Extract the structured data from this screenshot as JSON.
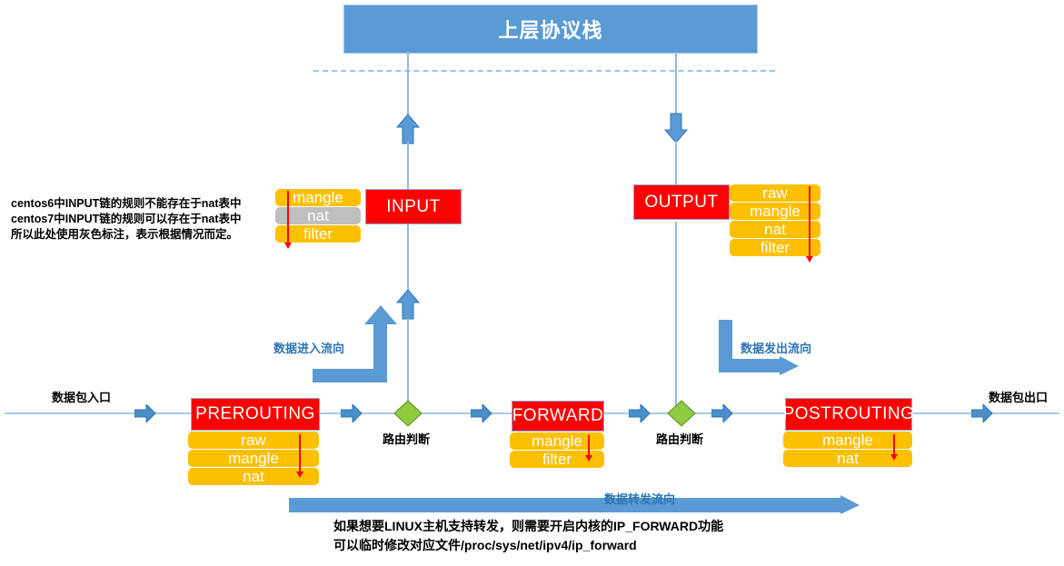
{
  "title": "上层协议栈",
  "notes": {
    "input_nat_note": "centos6中INPUT链的规则不能存在于nat表中\ncentos7中INPUT链的规则可以存在于nat表中\n所以此处使用灰色标注，表示根据情况而定。",
    "bottom_note": "如果想要LINUX主机支持转发，则需要开启内核的IP_FORWARD功能\n可以临时修改对应文件/proc/sys/net/ipv4/ip_forward"
  },
  "labels": {
    "packet_in": "数据包入口",
    "packet_out": "数据包出口",
    "flow_in": "数据进入流向",
    "flow_out": "数据发出流向",
    "flow_forward": "数据转发流向",
    "route_decision_1": "路由判断",
    "route_decision_2": "路由判断"
  },
  "chains": {
    "input": {
      "name": "INPUT",
      "tables": [
        {
          "name": "mangle",
          "style": "yellow"
        },
        {
          "name": "nat",
          "style": "gray"
        },
        {
          "name": "filter",
          "style": "yellow"
        }
      ]
    },
    "output": {
      "name": "OUTPUT",
      "tables": [
        {
          "name": "raw",
          "style": "yellow"
        },
        {
          "name": "mangle",
          "style": "yellow"
        },
        {
          "name": "nat",
          "style": "yellow"
        },
        {
          "name": "filter",
          "style": "yellow"
        }
      ]
    },
    "prerouting": {
      "name": "PREROUTING",
      "tables": [
        {
          "name": "raw",
          "style": "yellow"
        },
        {
          "name": "mangle",
          "style": "yellow"
        },
        {
          "name": "nat",
          "style": "yellow"
        }
      ]
    },
    "forward": {
      "name": "FORWARD",
      "tables": [
        {
          "name": "mangle",
          "style": "yellow"
        },
        {
          "name": "filter",
          "style": "yellow"
        }
      ]
    },
    "postrouting": {
      "name": "POSTROUTING",
      "tables": [
        {
          "name": "mangle",
          "style": "yellow"
        },
        {
          "name": "nat",
          "style": "yellow"
        }
      ]
    }
  },
  "colors": {
    "chain_red": "#fe0000",
    "table_yellow": "#fdc000",
    "table_gray": "#bfbfbf",
    "accent_blue": "#5b9bd5",
    "line_blue": "#a8cbe8",
    "diamond_green": "#8fcb3f",
    "arrow_red": "#ff0000"
  }
}
